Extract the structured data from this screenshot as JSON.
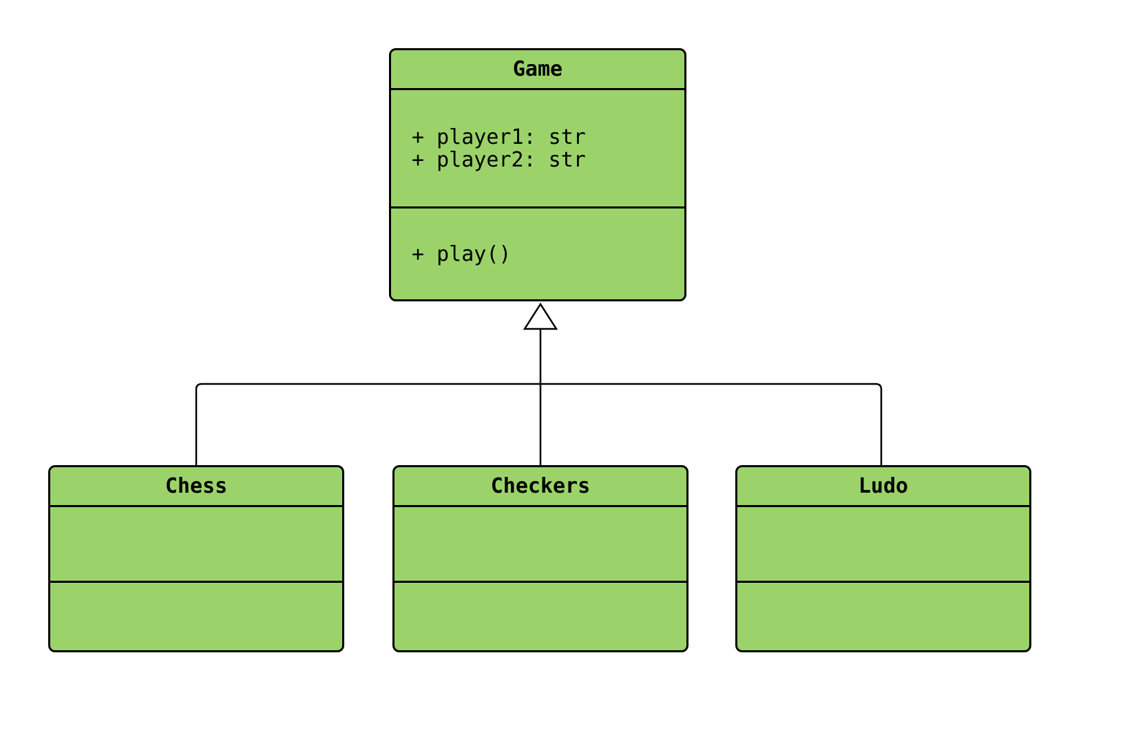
{
  "diagram": {
    "type": "uml-class-diagram",
    "relationship": "inheritance",
    "colors": {
      "class_fill": "#9bd36a",
      "class_border": "#000000",
      "connector": "#000000",
      "triangle_fill": "#ffffff",
      "background": "#ffffff"
    },
    "classes": {
      "game": {
        "name": "Game",
        "attributes": [
          "+ player1: str",
          "+ player2: str"
        ],
        "methods": [
          "+ play()"
        ]
      },
      "chess": {
        "name": "Chess",
        "attributes": [],
        "methods": []
      },
      "checkers": {
        "name": "Checkers",
        "attributes": [],
        "methods": []
      },
      "ludo": {
        "name": "Ludo",
        "attributes": [],
        "methods": []
      }
    }
  }
}
